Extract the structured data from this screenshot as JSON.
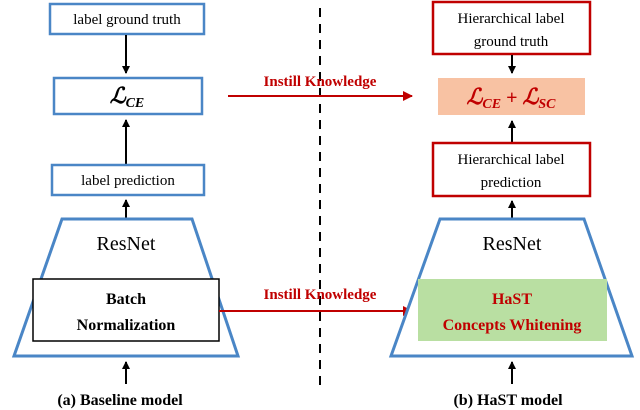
{
  "left": {
    "label_gt": "label ground truth",
    "loss_main": "ℒ",
    "loss_sub": "CE",
    "label_pred": "label prediction",
    "backbone": "ResNet",
    "norm_line1": "Batch",
    "norm_line2": "Normalization",
    "caption": "(a) Baseline model"
  },
  "right": {
    "label_gt_line1": "Hierarchical label",
    "label_gt_line2": "ground truth",
    "loss_main1": "ℒ",
    "loss_sub1": "CE",
    "loss_plus": "+",
    "loss_main2": "ℒ",
    "loss_sub2": "SC",
    "label_pred_line1": "Hierarchical label",
    "label_pred_line2": "prediction",
    "backbone": "ResNet",
    "norm_line1": "HaST",
    "norm_line2": "Concepts Whitening",
    "caption": "(b) HaST model"
  },
  "arrows": {
    "top_label": "Instill Knowledge",
    "bottom_label": "Instill Knowledge"
  },
  "colors": {
    "blue": "#4a86c6",
    "red": "#c00000",
    "loss_fill": "#f8c2a3",
    "whitening_fill": "#b9dfa2",
    "black": "#000000"
  }
}
